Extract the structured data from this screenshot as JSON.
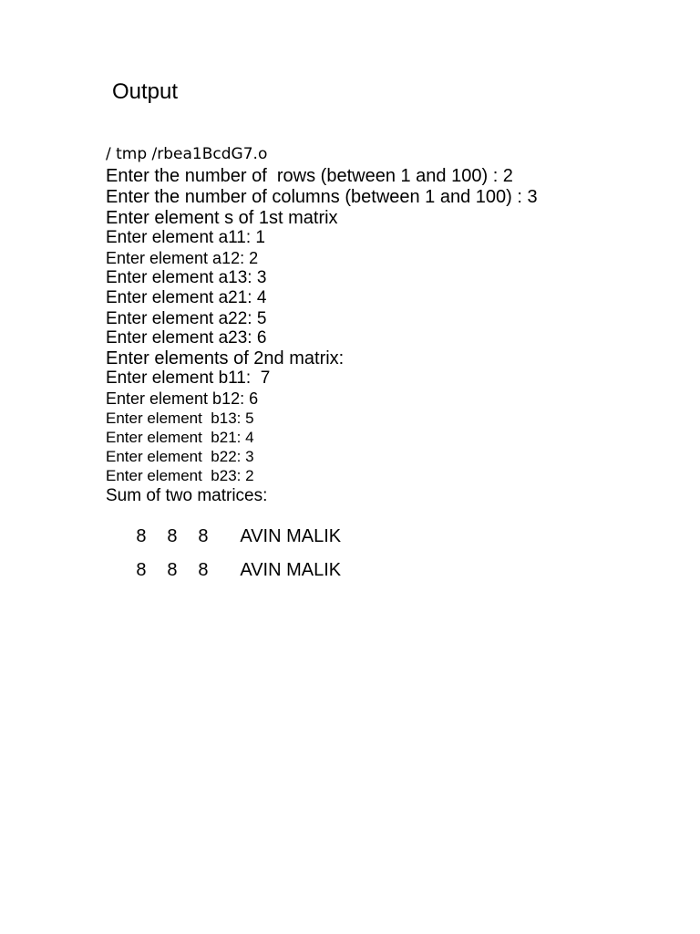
{
  "heading": "Output",
  "path_line": "/ tmp /rbea1BcdG7.o",
  "prompts": {
    "rows": "Enter the number of  rows (between 1 and 100) : 2",
    "cols": "Enter the number of columns (between 1 and 100) : 3",
    "first_matrix": "Enter element s of 1st matrix",
    "a11": "Enter element a11: 1",
    "a12": "Enter element a12: 2",
    "a13": "Enter element a13: 3",
    "a21": "Enter element a21: 4",
    "a22": "Enter element a22: 5",
    "a23": "Enter element a23: 6",
    "second_matrix": "Enter elements of 2nd matrix:",
    "b11": "Enter element b11:  7",
    "b12": "Enter element b12: 6",
    "b13": "Enter element  b13: 5",
    "b21": "Enter element  b21: 4",
    "b22": "Enter element  b22: 3",
    "b23": "Enter element  b23: 2",
    "sum_label": "Sum of two matrices:"
  },
  "result_rows": [
    {
      "v1": "8",
      "v2": "8",
      "v3": "8",
      "name": "AVIN MALIK"
    },
    {
      "v1": "8",
      "v2": "8",
      "v3": "8",
      "name": "AVIN MALIK"
    }
  ]
}
